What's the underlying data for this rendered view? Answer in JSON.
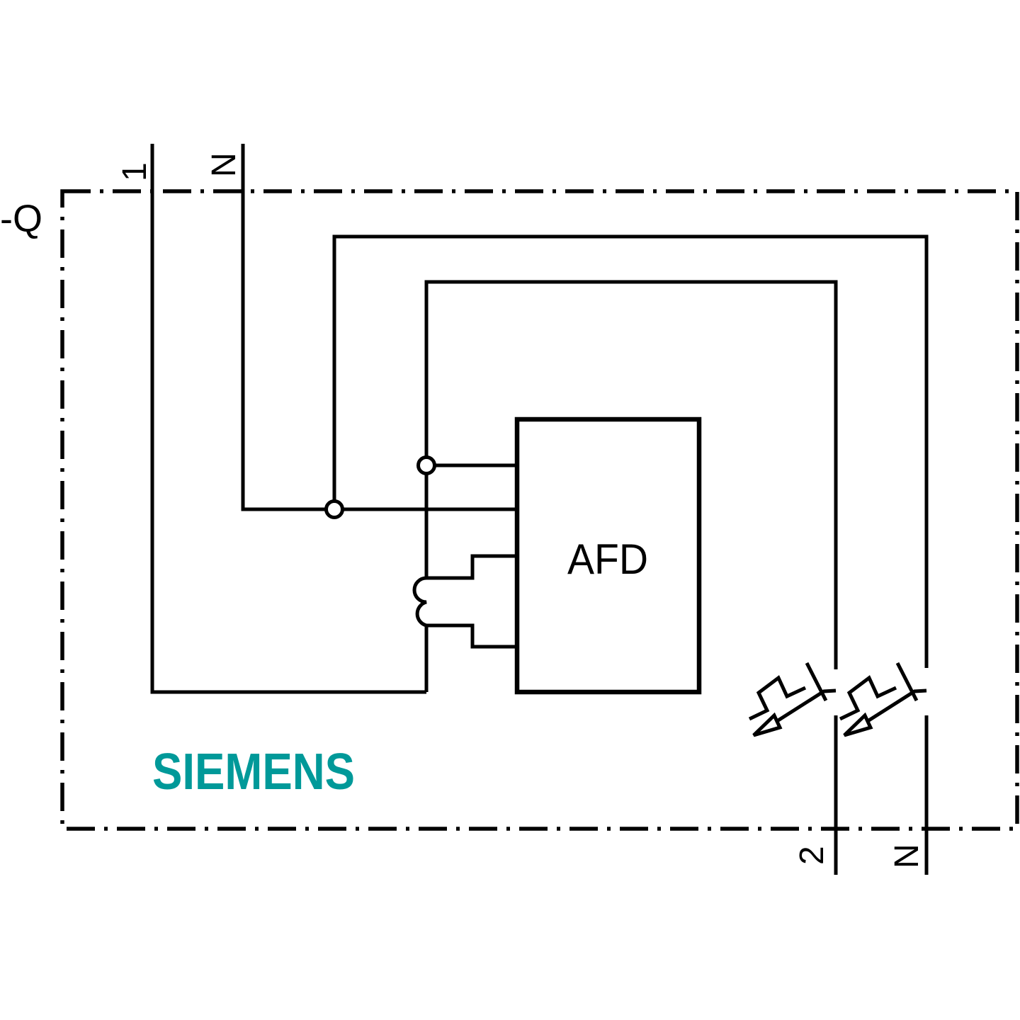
{
  "diagram": {
    "designation": "-Q",
    "component": "AFD",
    "brand": "SIEMENS",
    "terminals": {
      "top_line": "1",
      "top_neutral": "N",
      "bottom_line": "2",
      "bottom_neutral": "N"
    }
  },
  "colors": {
    "line": "#000000",
    "brand_teal": "#009999",
    "background": "#ffffff"
  }
}
